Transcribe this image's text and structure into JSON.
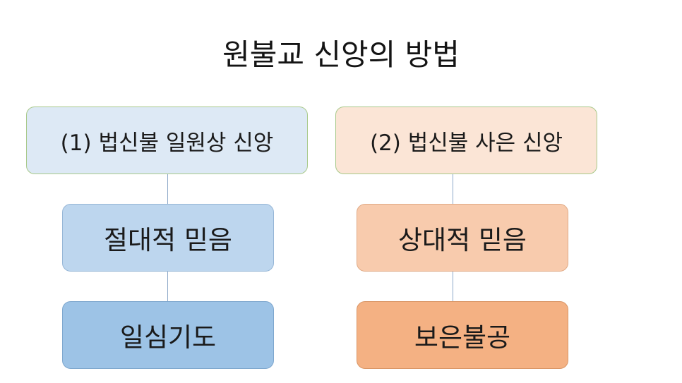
{
  "title": "원불교 신앙의 방법",
  "left": {
    "header": "(1) 법신불 일원상 신앙",
    "middle": "절대적 믿음",
    "bottom": "일심기도"
  },
  "right": {
    "header": "(2) 법신불 사은 신앙",
    "middle": "상대적 믿음",
    "bottom": "보은불공"
  },
  "colors": {
    "left_light": "#dde9f5",
    "left_mid": "#bdd6ee",
    "left_dark": "#9dc3e6",
    "right_light": "#fbe5d6",
    "right_mid": "#f8cbad",
    "right_dark": "#f4b183"
  }
}
